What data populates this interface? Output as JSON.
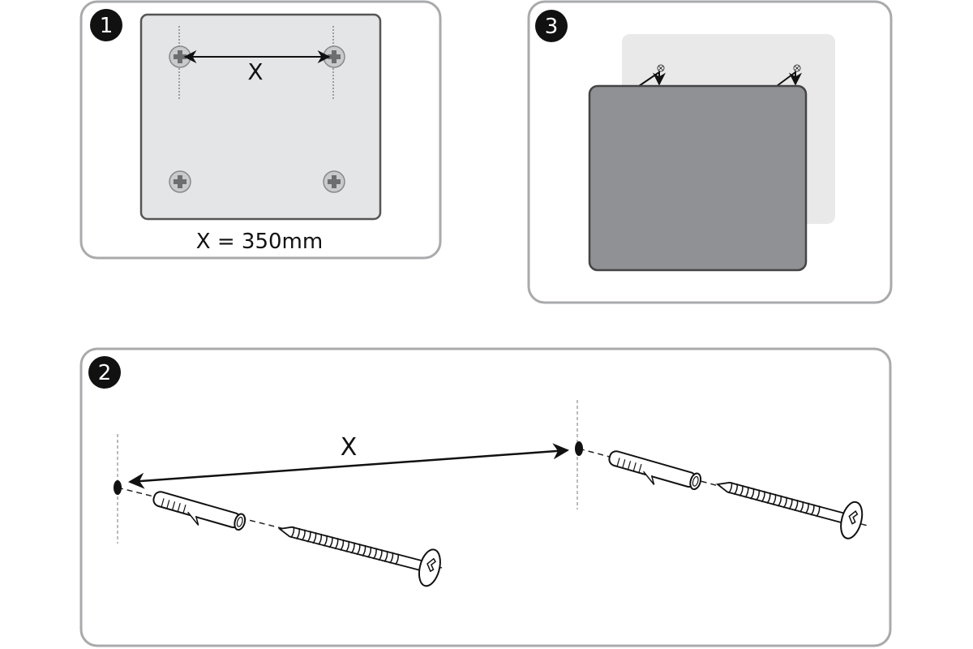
{
  "steps": [
    {
      "number": "1",
      "dimension_label": "X",
      "caption": "X = 350mm"
    },
    {
      "number": "2",
      "dimension_label": "X"
    },
    {
      "number": "3"
    }
  ],
  "colors": {
    "panel_border": "#a9aaac",
    "plate_fill": "#e4e5e6",
    "wall_fill": "#e9e9ea",
    "tv_fill": "#909194",
    "ink": "#111111"
  }
}
